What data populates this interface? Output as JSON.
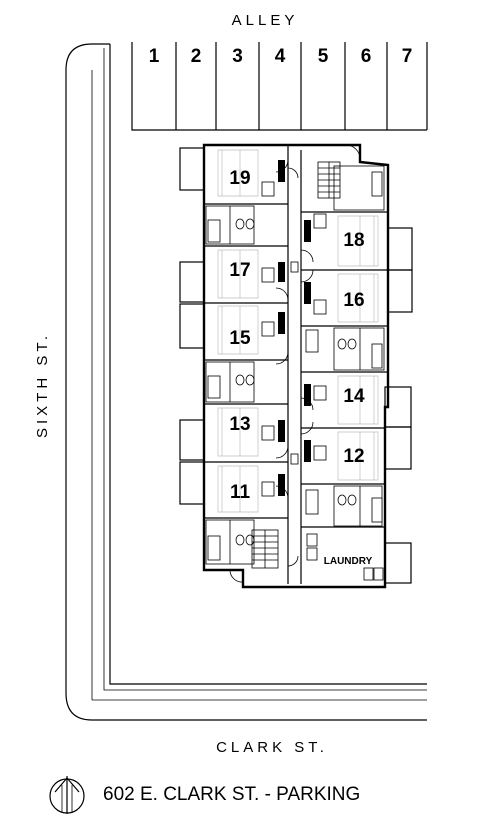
{
  "streets": {
    "top": "ALLEY",
    "left": "SIXTH ST.",
    "bottom": "CLARK ST."
  },
  "parking_stalls": [
    "1",
    "2",
    "3",
    "4",
    "5",
    "6",
    "7"
  ],
  "units_left": [
    "19",
    "17",
    "15",
    "13",
    "11"
  ],
  "units_right": [
    "18",
    "16",
    "14",
    "12"
  ],
  "rooms": {
    "laundry": "LAUNDRY"
  },
  "caption": {
    "title": "602 E. CLARK ST. - PARKING",
    "icon": "north-arrow-icon"
  }
}
